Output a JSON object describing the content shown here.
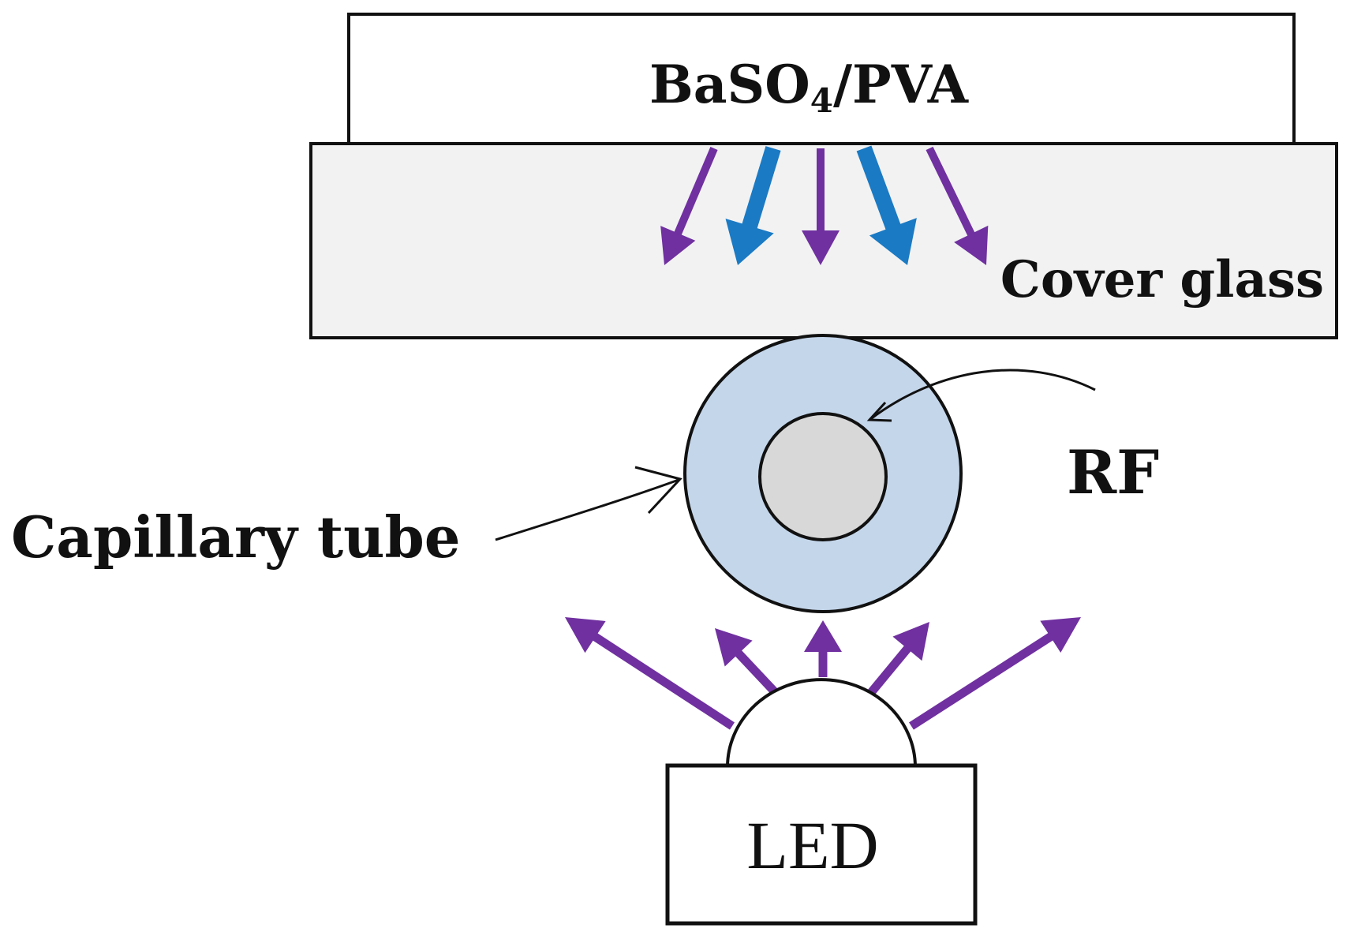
{
  "labels": {
    "coating_prefix": "BaSO",
    "coating_subscript": "4",
    "coating_suffix": "/PVA",
    "cover_glass": "Cover glass",
    "rf": "RF",
    "capillary_tube": "Capillary tube",
    "led": "LED"
  },
  "colors": {
    "stroke": "#111111",
    "coating_fill": "#ffffff",
    "glass_fill": "#f2f2f2",
    "tube_fill": "#c4d6ea",
    "core_fill": "#d8d8d8",
    "uv_light": "#7030a0",
    "blue_light": "#1a7ac4"
  },
  "light_rays": {
    "emitted": [
      {
        "color": "uv_light"
      },
      {
        "color": "blue_light"
      },
      {
        "color": "uv_light"
      },
      {
        "color": "blue_light"
      },
      {
        "color": "uv_light"
      }
    ],
    "excitation": [
      {
        "color": "uv_light"
      },
      {
        "color": "uv_light"
      },
      {
        "color": "uv_light"
      },
      {
        "color": "uv_light"
      },
      {
        "color": "uv_light"
      }
    ]
  }
}
